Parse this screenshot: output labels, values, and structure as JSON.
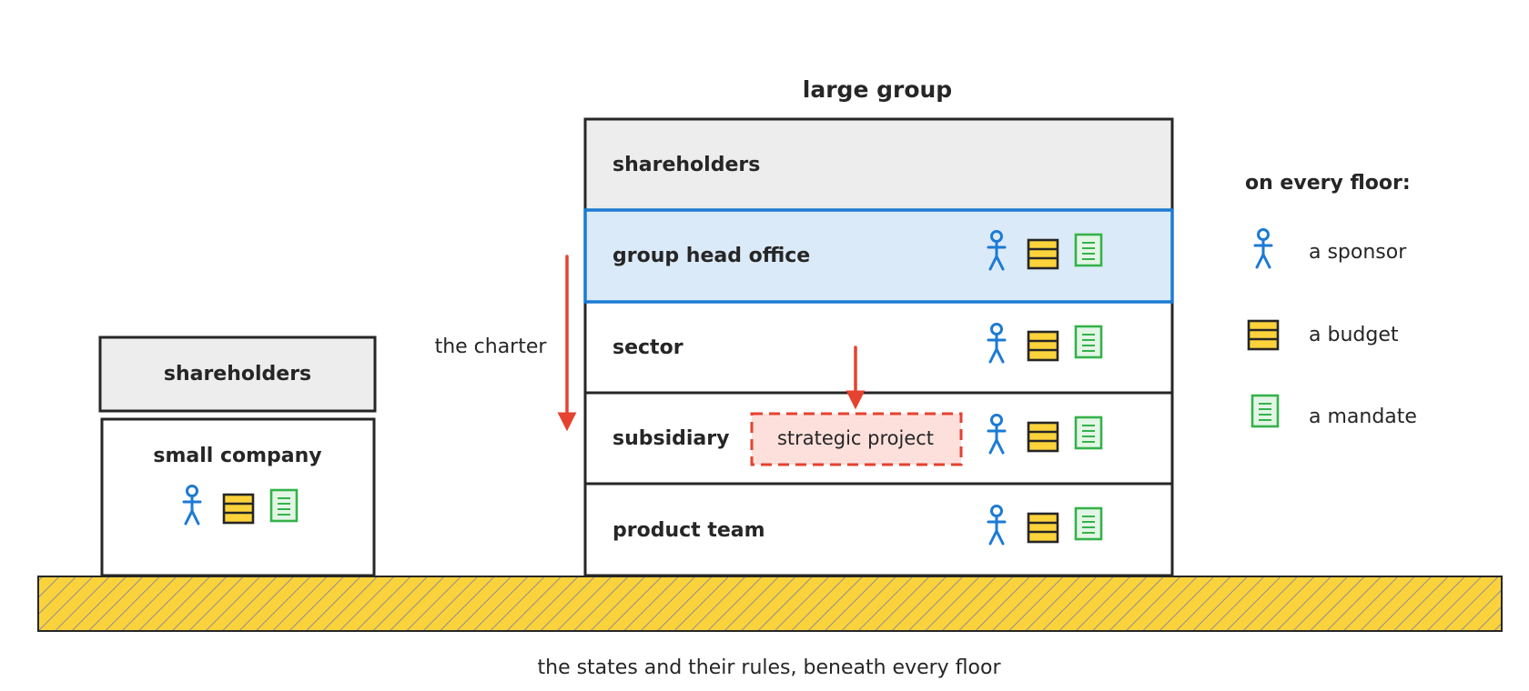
{
  "colors": {
    "ink": "#262626",
    "shareholder_fill": "#ededed",
    "head_office_fill": "#dbeaf8",
    "head_office_stroke": "#1c7ad4",
    "sponsor_blue": "#1c7ad4",
    "budget_yellow": "#fdd33b",
    "mandate_green": "#35b24a",
    "mandate_fill": "#e3f6e6",
    "arrow_red": "#e5422f",
    "project_fill": "#fde0dc",
    "ground_yellow": "#fad33c",
    "ground_hatch": "#8f8f8f"
  },
  "small": {
    "shareholders": "shareholders",
    "company": "small company"
  },
  "large": {
    "title": "large group",
    "shareholders": "shareholders",
    "head_office": "group head office",
    "sector": "sector",
    "subsidiary": "subsidiary",
    "product_team": "product team",
    "strategic_project": "strategic project",
    "charter_label": "the charter"
  },
  "legend": {
    "title": "on every floor:",
    "sponsor": "a sponsor",
    "budget": "a budget",
    "mandate": "a mandate"
  },
  "ground": {
    "caption": "the states and their rules, beneath every floor"
  },
  "icons": [
    "person-icon",
    "budget-icon",
    "document-icon"
  ]
}
